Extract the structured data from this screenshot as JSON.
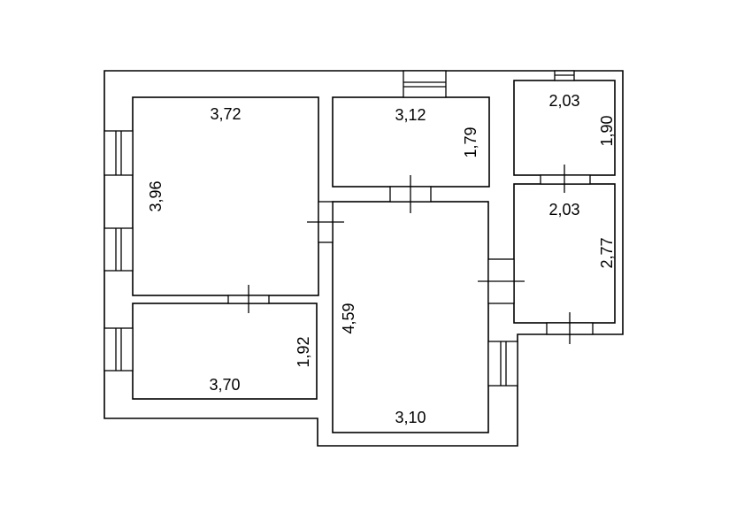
{
  "rooms": [
    {
      "id": "room-a",
      "width_label": "3,72",
      "height_label": "3,96"
    },
    {
      "id": "room-b",
      "width_label": "3,12",
      "height_label": "1,79"
    },
    {
      "id": "room-c",
      "width_label": "2,03",
      "height_label": "1,90"
    },
    {
      "id": "room-d",
      "width_label": "2,03",
      "height_label": "2,77"
    },
    {
      "id": "room-e",
      "width_label": "3,10",
      "height_label": "4,59"
    },
    {
      "id": "room-f",
      "width_label": "3,70",
      "height_label": "1,92"
    }
  ]
}
